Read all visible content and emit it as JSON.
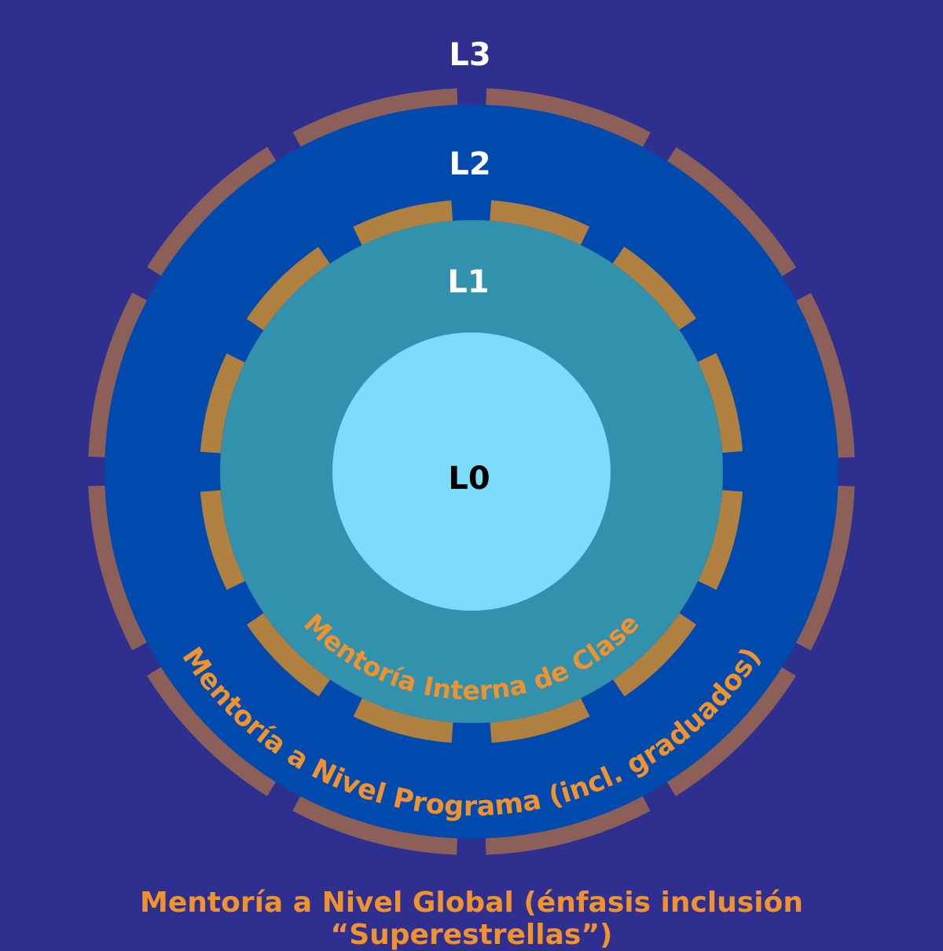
{
  "colors": {
    "background": "#2e2f8f",
    "ring_l2": "#004aad",
    "ring_l1": "#3291ad",
    "core_l0": "#7ddcfc",
    "segments_inner": "#b08040",
    "segments_outer": "#8c6058",
    "accent_text": "#f0922e",
    "level_text": "#ffffff",
    "core_text": "#000000"
  },
  "levels": {
    "l0": "L0",
    "l1": "L1",
    "l2": "L2",
    "l3": "L3"
  },
  "arc_labels": {
    "inner": "Mentoría Interna de Clase",
    "middle": "Mentoría a Nivel Programa (incl. graduados)"
  },
  "caption": "Mentoría a Nivel Global (énfasis inclusión “Superestrellas”)"
}
